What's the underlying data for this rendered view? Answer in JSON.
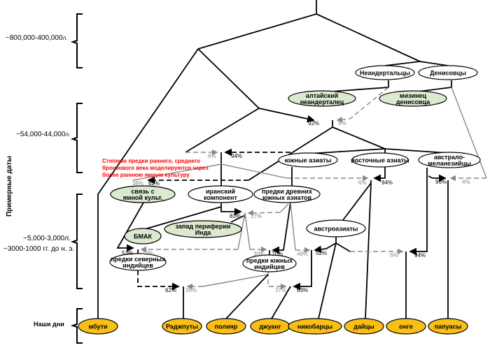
{
  "axis_title": "Примерные даты",
  "periods": [
    {
      "label": "~800,000-400,000",
      "unit": "л."
    },
    {
      "label": "~54,000-44,000",
      "unit": "л."
    },
    {
      "label": "~5,000-3,000",
      "unit": "л."
    },
    {
      "label": "~3000-1000 гг. до н. э.",
      "unit": ""
    },
    {
      "label": "Наши дни",
      "unit": ""
    }
  ],
  "note": [
    "Степные предки раннего, среднего",
    "бронзового века моделируются через",
    "более раннюю ямную культуру"
  ],
  "nodes": {
    "neanderthals": [
      "Неандертальцы"
    ],
    "denisovans": [
      "Денисовцы"
    ],
    "altai_neanderthal": [
      "алтайский",
      "неандерталец"
    ],
    "denisova_finger": [
      "мизинец",
      "денисовца"
    ],
    "south_asians": [
      "южные азиаты"
    ],
    "east_asians": [
      "восточные азиаты"
    ],
    "australo_melanesians": [
      "австрало-",
      "меланезийцы"
    ],
    "yamnaya_link": [
      "связь с",
      "ямной культ."
    ],
    "iranian": [
      "иранский",
      "компонент"
    ],
    "ancient_ancestral_south": [
      "предки древних",
      "южных азиатов"
    ],
    "bmac": [
      "БМАК"
    ],
    "indus_periphery": [
      "запад периферии",
      "Инда"
    ],
    "austroasiatic": [
      "австроазиаты"
    ],
    "ancestral_north_indians": [
      "предки северных",
      "индийцев"
    ],
    "ancestral_south_indians": [
      "предки южных",
      "индийцев"
    ]
  },
  "present_day": [
    "мбути",
    "Раджпуты",
    "полияр",
    "джуанг",
    "никобарцы",
    "дайцы",
    "онге",
    "папуасы"
  ],
  "percentages": {
    "p92": "92%",
    "p8": "8%",
    "p6a": "6%",
    "p94a": "94%",
    "p38a": "38%",
    "p62a": "62%",
    "p6b": "6%",
    "p94b": "94%",
    "p96": "96%",
    "p4": "4%",
    "p83": "83%",
    "p17": "17%",
    "p53": "53%",
    "p47": "47%",
    "p30": "30%",
    "p70": "70%",
    "p48": "48%",
    "p52": "52%",
    "p6c": "6%",
    "p94c": "94%",
    "p62b": "62%",
    "p38b": "38%",
    "p37": "37%",
    "p63": "63%"
  },
  "colors": {
    "ancient_dna": "#dbe9cf",
    "present_day": "#f9bf16",
    "node": "#ffffff",
    "admixture_major": "#000000",
    "admixture_minor": "#888888",
    "note": "#ff0000"
  }
}
